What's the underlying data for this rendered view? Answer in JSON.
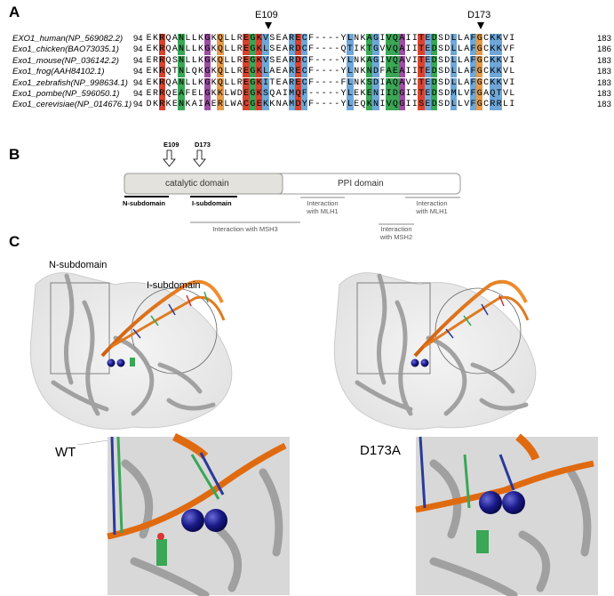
{
  "panels": {
    "a": "A",
    "b": "B",
    "c": "C"
  },
  "alignment": {
    "mutations": [
      {
        "label": "E109"
      },
      {
        "label": "D173"
      }
    ],
    "rows": [
      {
        "name": "EXO1_human(NP_569082.2)",
        "start": "94",
        "seq": "EKRQANLLKGKQLLREGKVSEARECF----YLNKAGIVQAIITEDSDLLAFGCKKVI",
        "end": "183"
      },
      {
        "name": "Exo1_chicken(BAO73035.1)",
        "start": "94",
        "seq": "EKRQANLLKGKQLLREGKLSEARDCF----QTIKTGVVQAIITEDSDLLAFGCKKVF",
        "end": "186"
      },
      {
        "name": "Exo1_mouse(NP_036142.2)",
        "start": "94",
        "seq": "ERRQSNLLKGKQLLREGKVSEARDCF----YLNKAGIVQAVITEDSDLLAFGCKKVI",
        "end": "183"
      },
      {
        "name": "Exo1_frog(AAH84102.1)",
        "start": "94",
        "seq": "EKRQTNLQKGKQLLREGKLAEARECF----YLNKNDFAEAIITEDSDLLAFGCKKVL",
        "end": "183"
      },
      {
        "name": "Exo1_zebrafish(NP_998634.1)",
        "start": "94",
        "seq": "EKRQANLLKGKQLLREGKITEARECF----FLNKSDIAQAVITEDSDLLAFGCKKVI",
        "end": "183"
      },
      {
        "name": "Exo1_pombe(NP_596050.1)",
        "start": "94",
        "seq": "ERRQEAFELGKKLWDEGKSQAIMQF-----YLEKENIIDGIITEDSDMLVFGAQTVL",
        "end": "183"
      },
      {
        "name": "Exo1_cerevisiae(NP_014676.1)",
        "start": "94",
        "seq": "DKRKENKAIAERLWACGEKKNAMDYF----YLEQKNIVQGIISEDSDLLVFGCRRLI",
        "end": "183"
      }
    ]
  },
  "domains": {
    "catalytic": "catalytic domain",
    "ppi": "PPI domain",
    "arrow1": "E109",
    "arrow2": "D173",
    "n_sub": "N-subdomain",
    "i_sub": "I-subdomain",
    "msh3": "Interaction with MSH3",
    "mlh1_a": "Interaction\nwith MLH1",
    "mlh1_b": "Interaction\nwith MLH1",
    "msh2": "Interaction\nwith MSH2"
  },
  "structures": {
    "n_sub": "N-subdomain",
    "i_sub": "I-subdomain",
    "wt": "WT",
    "mut": "D173A"
  },
  "colors": {
    "purple": "#9b4f9f",
    "red": "#d8432f",
    "green": "#3aa656",
    "orange": "#e59a47",
    "blue": "#6fa7d8"
  }
}
